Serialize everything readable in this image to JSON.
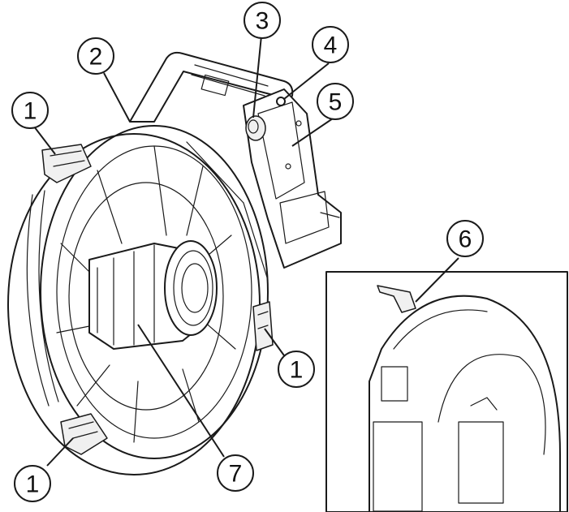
{
  "callouts": {
    "c1a": "1",
    "c1b": "1",
    "c1c": "1",
    "c2": "2",
    "c3": "3",
    "c4": "4",
    "c5": "5",
    "c6": "6",
    "c7": "7"
  }
}
